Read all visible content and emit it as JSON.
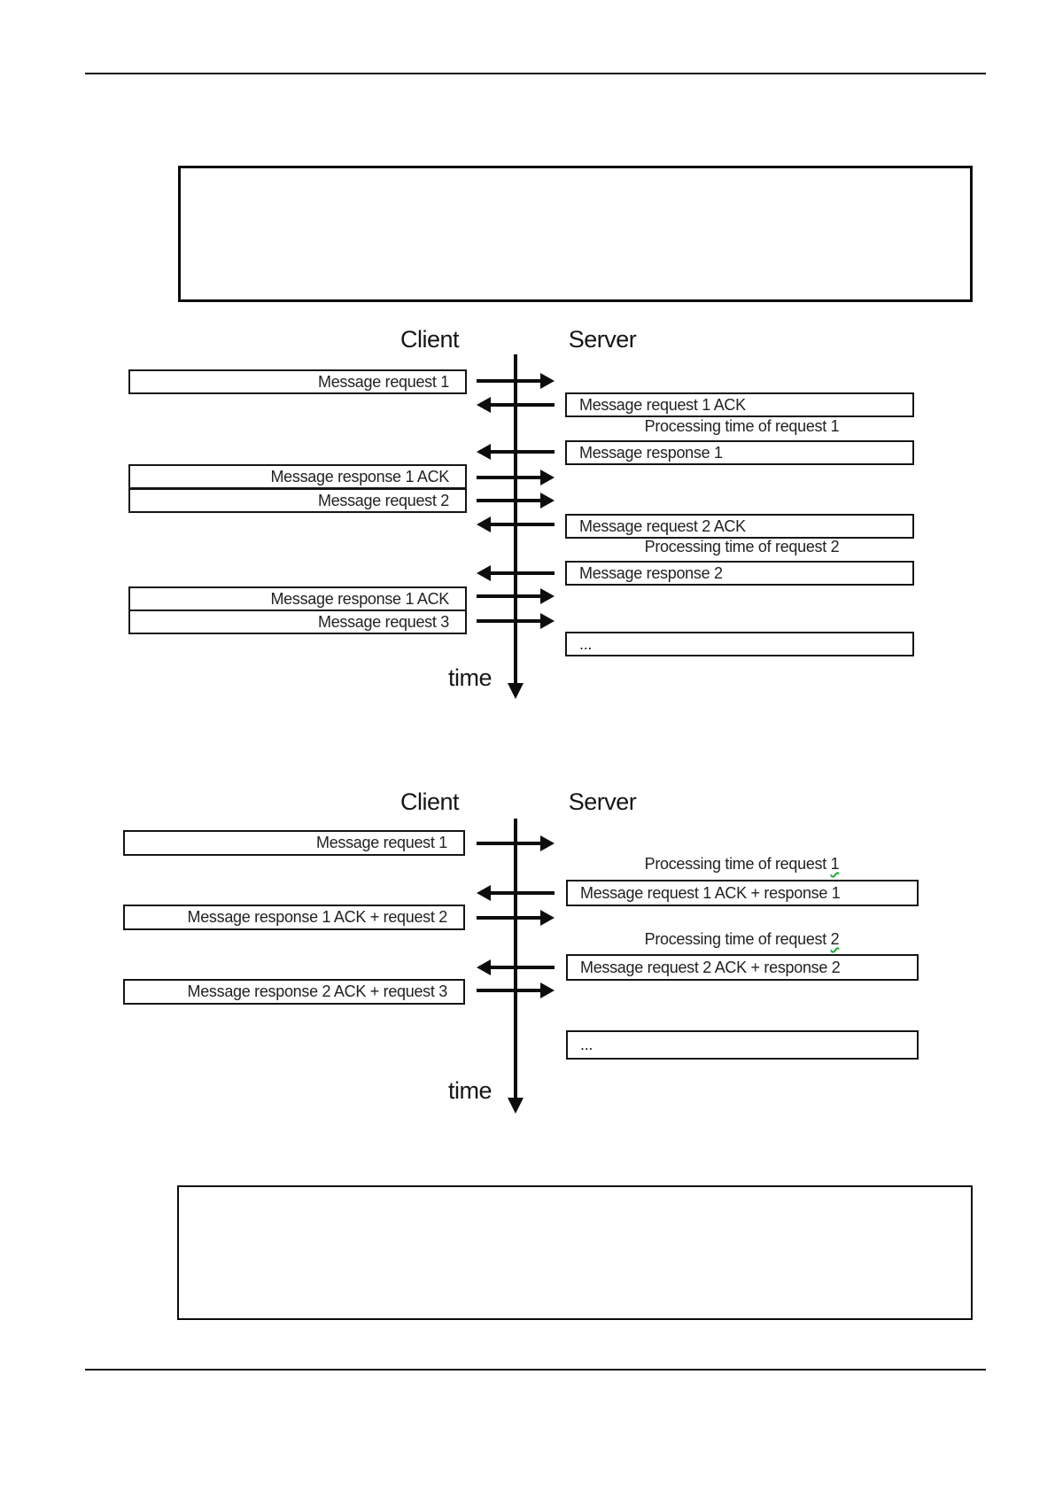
{
  "colors": {
    "ink": "#151515",
    "text": "#222222",
    "squiggle_green": "#23a93c"
  },
  "diagram1": {
    "client_header": "Client",
    "server_header": "Server",
    "time_label": "time",
    "client_boxes": [
      "Message request 1",
      "Message response 1 ACK",
      "Message request 2",
      "Message response 1 ACK",
      "Message request 3"
    ],
    "server_boxes": [
      "Message request 1 ACK",
      "Message response 1",
      "Message request 2 ACK",
      "Message response 2",
      "..."
    ],
    "processing_labels": [
      "Processing time of request 1",
      "Processing time of request 2"
    ],
    "arrow_sequence": [
      "client-to-server",
      "server-to-client",
      "server-to-client",
      "client-to-server",
      "client-to-server",
      "server-to-client",
      "server-to-client",
      "client-to-server",
      "client-to-server"
    ]
  },
  "diagram2": {
    "client_header": "Client",
    "server_header": "Server",
    "time_label": "time",
    "client_boxes": [
      "Message request 1",
      "Message response 1 ACK + request 2",
      "Message response 2 ACK + request 3"
    ],
    "server_boxes": [
      "Message request 1 ACK + response 1",
      "Message request 2 ACK + response 2",
      "..."
    ],
    "processing_labels": [
      {
        "text": "Processing time of request ",
        "num": "1"
      },
      {
        "text": "Processing time of request ",
        "num": "2"
      }
    ],
    "arrow_sequence": [
      "client-to-server",
      "server-to-client",
      "client-to-server",
      "server-to-client",
      "client-to-server"
    ]
  }
}
